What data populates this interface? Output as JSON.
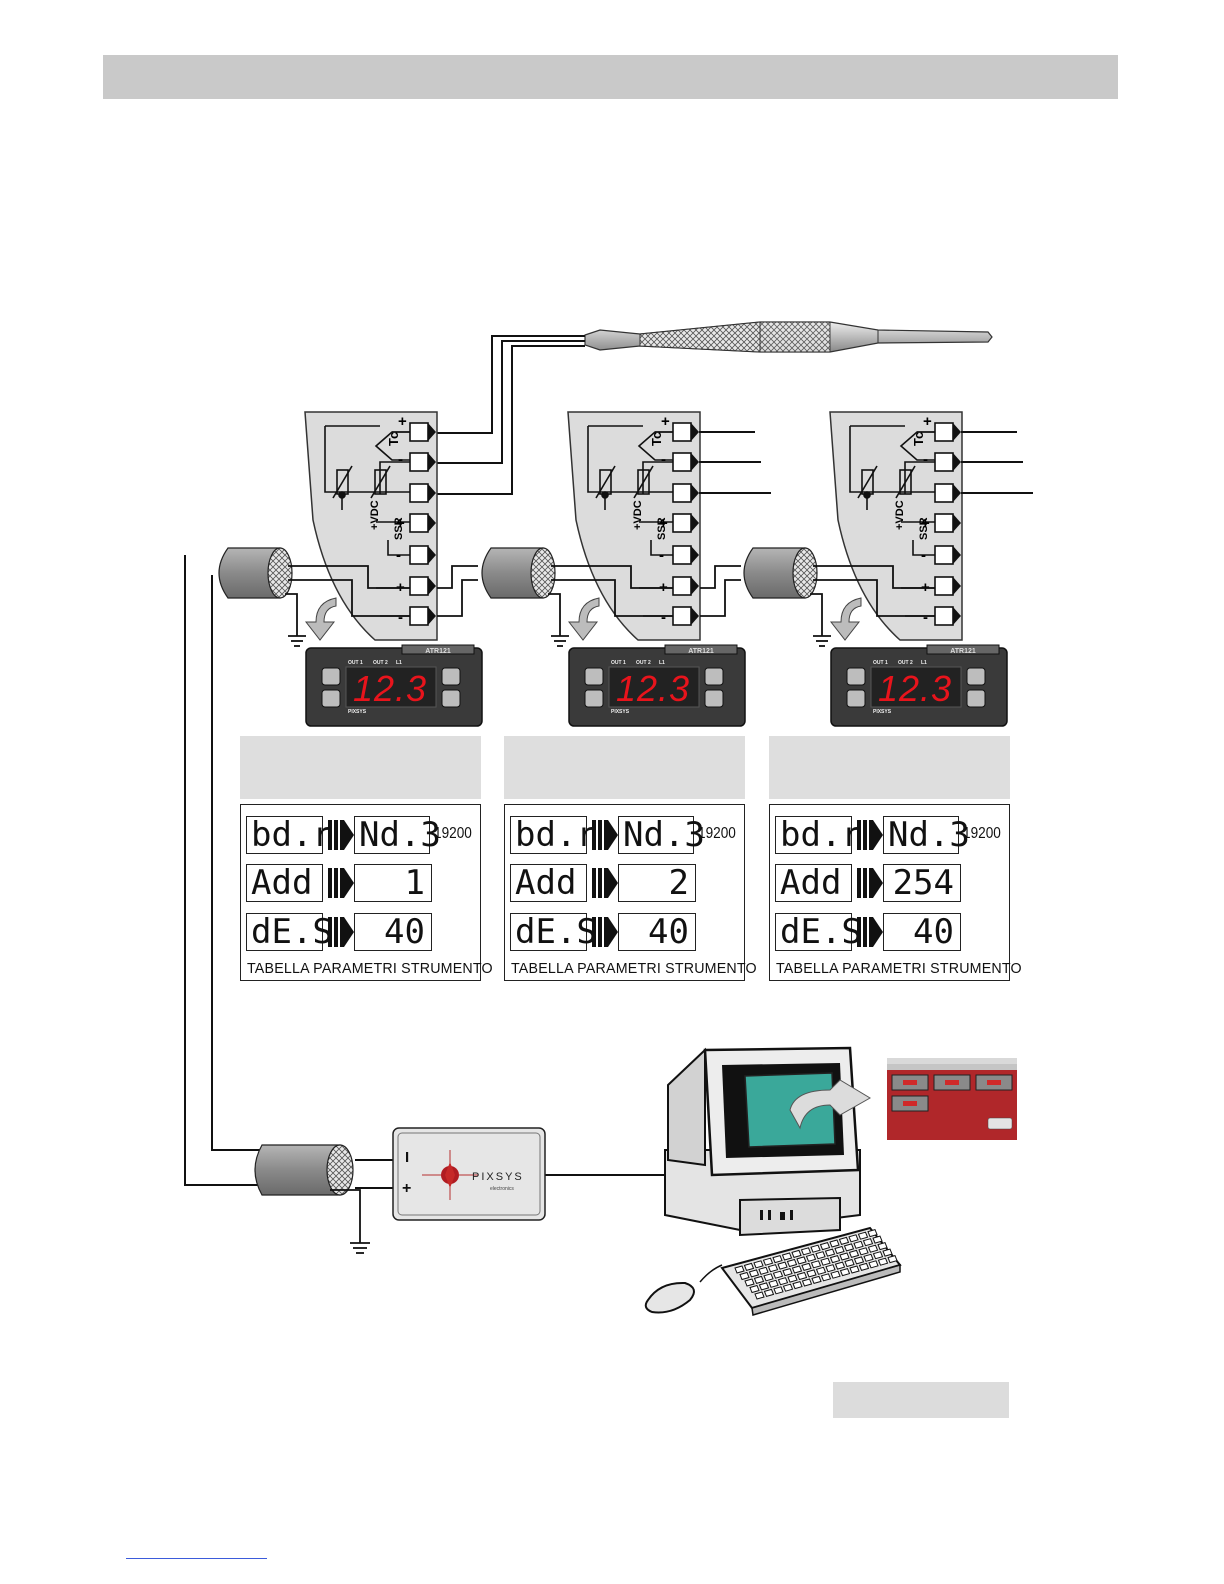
{
  "controller_model": "ATR121",
  "controller_brand": "PIXSYS",
  "display_value": "12.3",
  "led_labels": [
    "OUT 1",
    "OUT 2",
    "L1"
  ],
  "terminal_labels": {
    "thermocouple": "Tc",
    "vdc": "+VDC",
    "ssr": "SSR",
    "plus": "+",
    "minus": "-"
  },
  "converter": {
    "brand": "PIXSYS",
    "sub": "electronics",
    "minus_label": "I",
    "plus_label": "+"
  },
  "instruments": [
    {
      "rows": [
        {
          "param": "bd.r",
          "value": "Nd.3",
          "note": "19200"
        },
        {
          "param": "Add",
          "value": "1",
          "note": ""
        },
        {
          "param": "dE.S",
          "value": "40",
          "note": ""
        }
      ],
      "caption": "TABELLA  PARAMETRI  STRUMENTO"
    },
    {
      "rows": [
        {
          "param": "bd.r",
          "value": "Nd.3",
          "note": "19200"
        },
        {
          "param": "Add",
          "value": "2",
          "note": ""
        },
        {
          "param": "dE.S",
          "value": "40",
          "note": ""
        }
      ],
      "caption": "TABELLA  PARAMETRI  STRUMENTO"
    },
    {
      "rows": [
        {
          "param": "bd.r",
          "value": "Nd.3",
          "note": "19200"
        },
        {
          "param": "Add",
          "value": "254",
          "note": ""
        },
        {
          "param": "dE.S",
          "value": "40",
          "note": ""
        }
      ],
      "caption": "TABELLA  PARAMETRI  STRUMENTO"
    }
  ],
  "colors": {
    "panel_grey": "#dcdcdc",
    "controller_body": "#3a3a3a",
    "display_red": "#e8141c",
    "screen_teal": "#3aa89a",
    "screenshot_red": "#b0272a"
  }
}
